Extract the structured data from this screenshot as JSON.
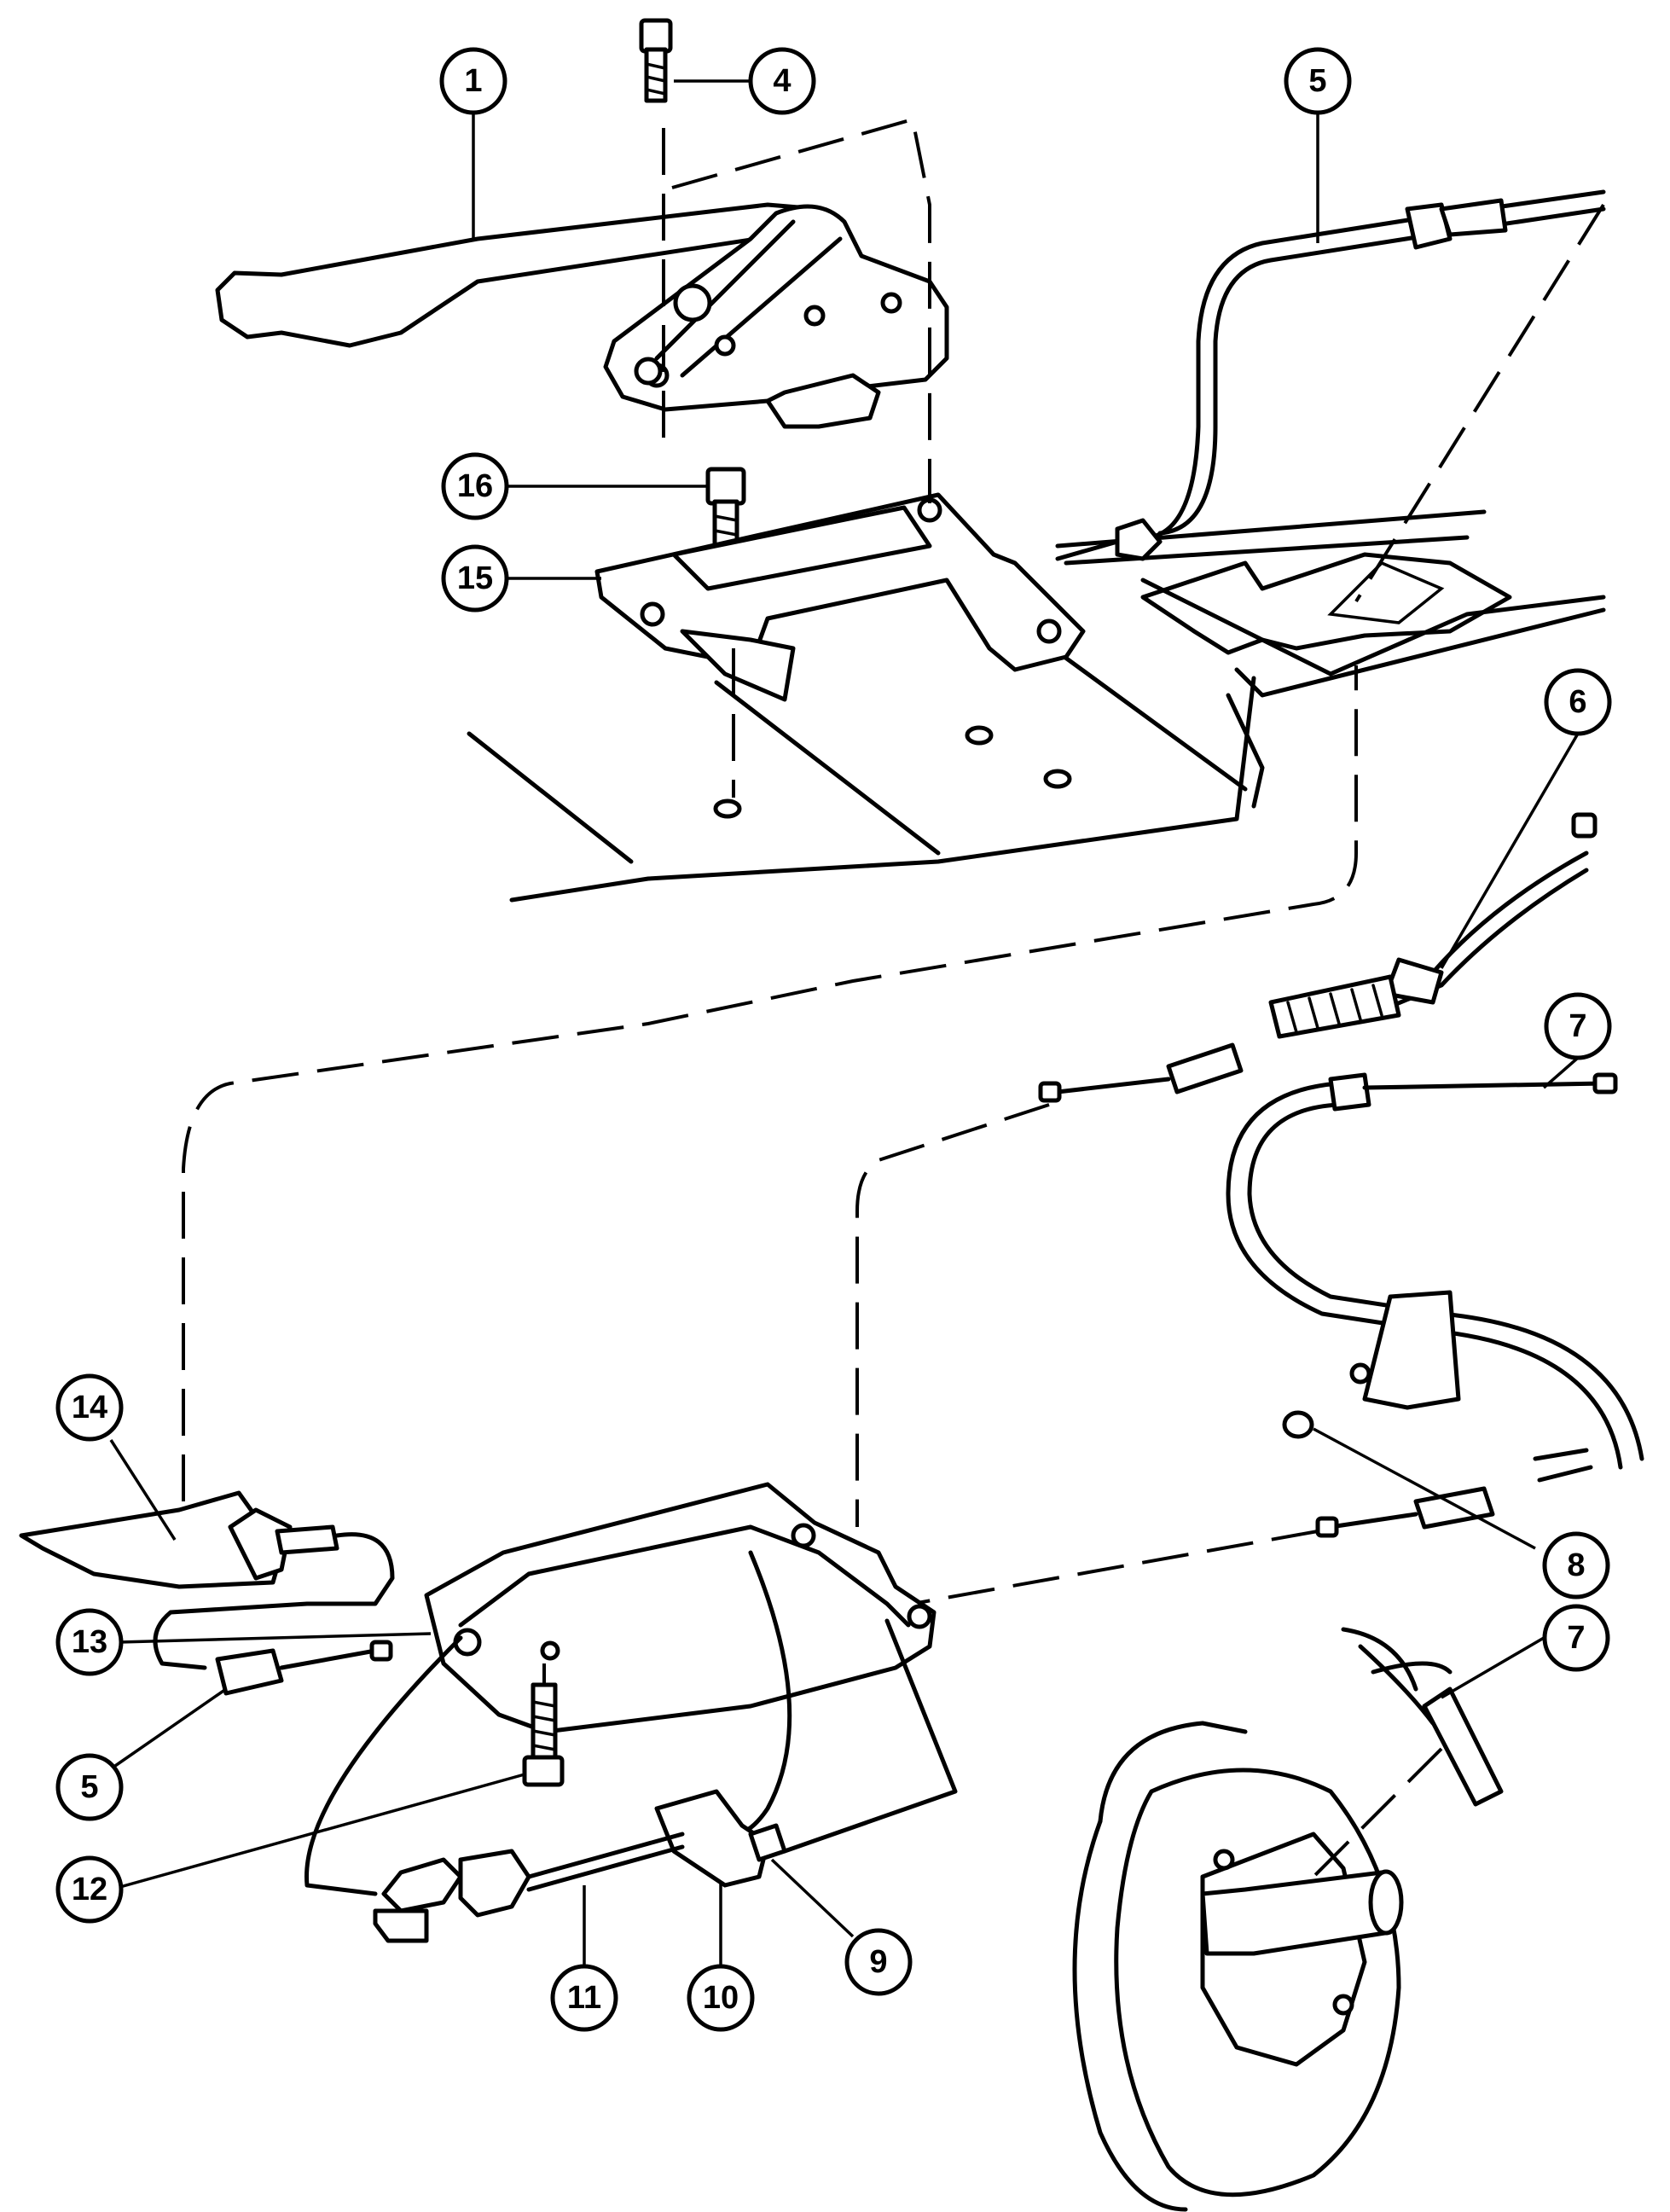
{
  "callouts": [
    {
      "id": "c1",
      "label": "1"
    },
    {
      "id": "c4",
      "label": "4"
    },
    {
      "id": "c5a",
      "label": "5"
    },
    {
      "id": "c16",
      "label": "16"
    },
    {
      "id": "c15",
      "label": "15"
    },
    {
      "id": "c6",
      "label": "6"
    },
    {
      "id": "c7a",
      "label": "7"
    },
    {
      "id": "c14",
      "label": "14"
    },
    {
      "id": "c8",
      "label": "8"
    },
    {
      "id": "c13",
      "label": "13"
    },
    {
      "id": "c7b",
      "label": "7"
    },
    {
      "id": "c5b",
      "label": "5"
    },
    {
      "id": "c12",
      "label": "12"
    },
    {
      "id": "c11",
      "label": "11"
    },
    {
      "id": "c10",
      "label": "10"
    },
    {
      "id": "c9",
      "label": "9"
    }
  ]
}
